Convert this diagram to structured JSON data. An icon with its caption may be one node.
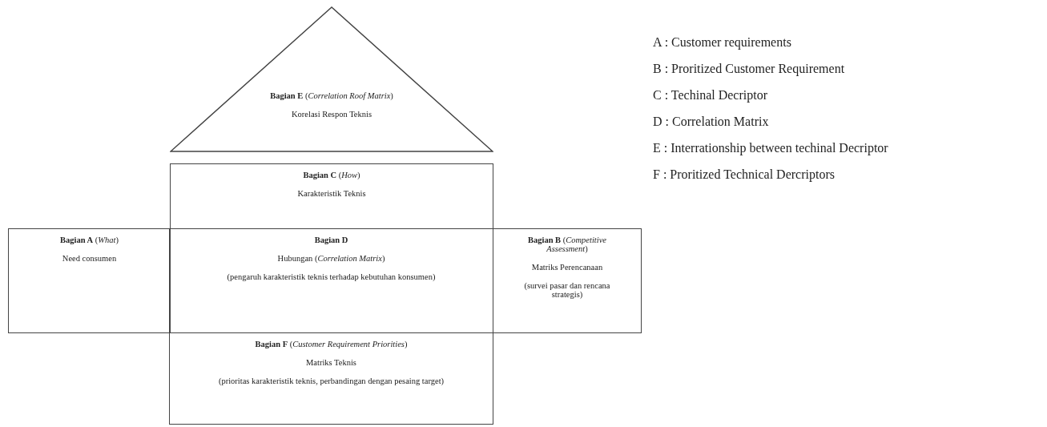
{
  "diagram": {
    "nodes": [
      {
        "text": [
          "**Bagian E** (*Correlation Roof Matrix*)",
          "Korelasi Respon Teknis"
        ]
      },
      {
        "text": [
          "**Bagian C** (*How*)",
          "Karakteristik Teknis"
        ]
      },
      {
        "text": [
          "**Bagian A** (*What*)",
          "Need consumen"
        ]
      },
      {
        "text": [
          "Bagian D",
          "Hubungan (*Correlation Matrix*)",
          "(pengaruh karakteristik teknis terhadap kebutuhan konsumen)"
        ]
      },
      {
        "text": [
          "**Bagian B** (*Competitive Assessment*)",
          "Matriks Perencanaan",
          "(survei pasar dan rencana strategis)"
        ]
      },
      {
        "text": [
          "**Bagian F** (*Customer Requirement Priorities*)",
          "Matriks Teknis",
          "(prioritas karakteristik teknis, perbandingan dengan pesaing target)"
        ]
      }
    ],
    "labels": [
      "A : Customer requirements",
      "B : Proritized Customer Requirement",
      "C : Techinal Decriptor",
      "D : Correlation Matrix",
      "E : Interrationship between techinal Decriptor",
      "F : Proritized Technical Dercriptors"
    ]
  }
}
